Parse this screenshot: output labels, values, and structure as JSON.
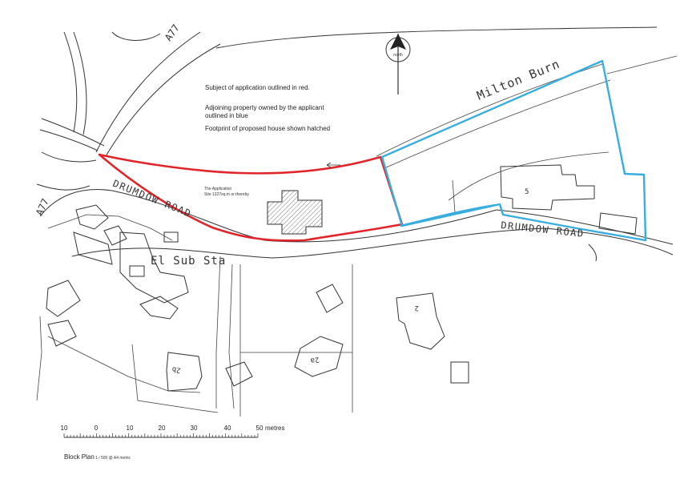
{
  "notes": [
    "Subject of application outlined in red.",
    "Adjoining property owned by the applicant outlined in blue",
    "Footprint of proposed house shown hatched"
  ],
  "labels": {
    "a77_north": "A77",
    "a77_west": "A77",
    "milton_burn": "Milton Burn",
    "drumdow_road_west": "DRUMDOW ROAD",
    "drumdow_road_east": "DRUMDOW ROAD",
    "el_sub_sta": "El Sub Sta",
    "north": "north",
    "house_5": "5",
    "house_2": "2",
    "house_2a_east": "2a",
    "house_2b": "2b",
    "application_line1": "The Application",
    "application_line2": "Site 1327sq.m or thereby"
  },
  "scale_bar": {
    "ticks": [
      "10",
      "0",
      "10",
      "20",
      "30",
      "40",
      "50"
    ],
    "unit": "metres",
    "title": "Block Plan",
    "subtitle": "1 / 500 @ A4 metric"
  },
  "colors": {
    "application_boundary": "#e0262a",
    "applicant_property": "#38aee0"
  }
}
